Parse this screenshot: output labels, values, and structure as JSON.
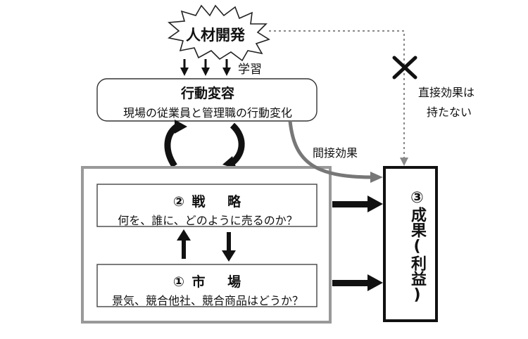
{
  "talent_development": {
    "label": "人材開発"
  },
  "learning": {
    "label": "学習"
  },
  "behavior_change": {
    "title": "行動変容",
    "subtitle": "現場の従業員と管理職の行動変化"
  },
  "indirect_effect": {
    "label": "間接効果"
  },
  "no_direct_effect": {
    "line1": "直接効果は",
    "line2": "持たない"
  },
  "strategy": {
    "title": "② 戦　 略",
    "subtitle": "何を、誰に、どのように売るのか？"
  },
  "market": {
    "title": "① 市　 場",
    "subtitle": "景気、競合他社、競合商品はどうか？"
  },
  "result": {
    "label": "③成果(利益)"
  }
}
